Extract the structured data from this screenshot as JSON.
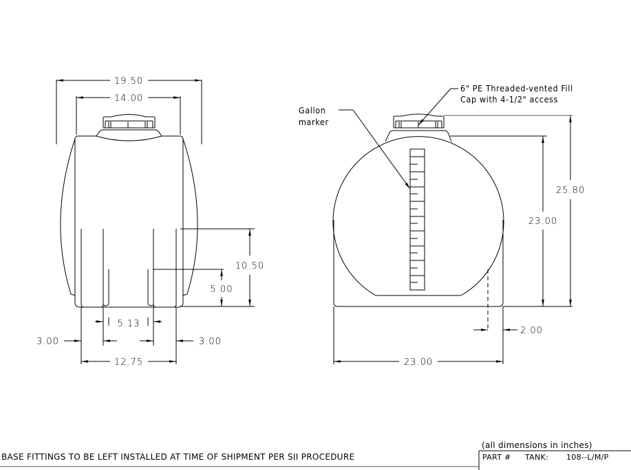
{
  "drawing": {
    "title": "Tank technical drawing - front and side views",
    "front_view": {
      "dimensions": {
        "overall_width": "19.50",
        "top_width": "14.00",
        "fitting_height": "10.50",
        "lower_fitting_height": "5.00",
        "inner_spacing": "5.13",
        "left_offset": "3.00",
        "right_offset": "3.00",
        "base_width": "12.75"
      }
    },
    "side_view": {
      "callouts": {
        "fill_cap_line1": "6\" PE Threaded-vented Fill",
        "fill_cap_line2": "Cap with 4-1/2\" access",
        "gallon_marker_line1": "Gallon",
        "gallon_marker_line2": "marker"
      },
      "dimensions": {
        "overall_height": "25.80",
        "body_height": "23.00",
        "length": "23.00",
        "fitting_offset": "2.00"
      },
      "gallon_marker_ticks": 18
    }
  },
  "footer": {
    "note": "BASE FITTINGS TO BE LEFT INSTALLED AT TIME OF SHIPMENT PER SII PROCEDURE",
    "units_note": "(all dimensions in inches)",
    "part_label": "PART #",
    "tank_label": "TANK:",
    "tank_value": "108--L/M/P"
  }
}
